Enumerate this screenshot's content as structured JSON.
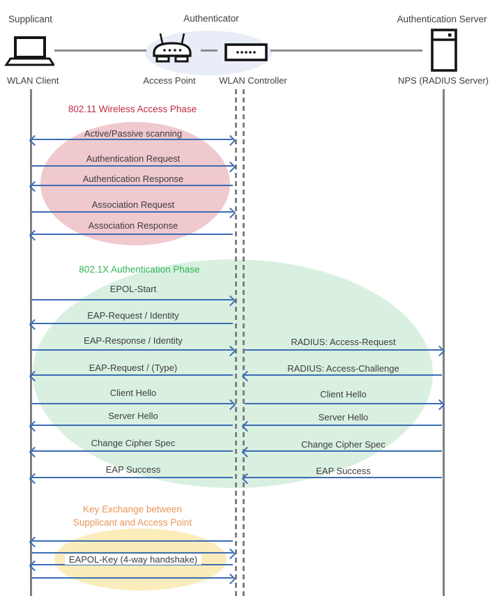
{
  "header": {
    "roles": [
      "Supplicant",
      "Authenticator",
      "Authentication Server"
    ]
  },
  "devices": [
    {
      "label": "WLAN Client",
      "icon": "laptop-icon"
    },
    {
      "label": "Access Point",
      "icon": "access-point-icon"
    },
    {
      "label": "WLAN Controller",
      "icon": "wlan-controller-icon"
    },
    {
      "label": "NPS (RADIUS Server)",
      "icon": "server-icon"
    }
  ],
  "colors": {
    "arrow_blue": "#3b6cb4",
    "lifeline_gray": "#7f7f7f",
    "phase1_title": "#be2b40",
    "phase1_ellipse": "#efc9ce",
    "phase2_title": "#2eb457",
    "phase2_ellipse": "#d9f0e1",
    "phase3_title": "#e8945a",
    "phase3_ellipse": "#fbecbb",
    "authenticator_ellipse": "#e9edf7"
  },
  "phase1": {
    "title": "802.11 Wireless Access Phase",
    "messages": [
      {
        "label": "Active/Passive scanning",
        "direction": "both",
        "from": "WLAN Client",
        "to": "WLAN Controller"
      },
      {
        "label": "Authentication Request",
        "direction": "right",
        "from": "WLAN Client",
        "to": "WLAN Controller"
      },
      {
        "label": "Authentication Response",
        "direction": "left",
        "from": "WLAN Controller",
        "to": "WLAN Client"
      },
      {
        "label": "Association Request",
        "direction": "right",
        "from": "WLAN Client",
        "to": "WLAN Controller"
      },
      {
        "label": "Association Response",
        "direction": "left",
        "from": "WLAN Controller",
        "to": "WLAN Client"
      }
    ]
  },
  "phase2": {
    "title": "802.1X Authentication Phase",
    "rows": [
      {
        "left": {
          "label": "EPOL-Start",
          "direction": "right"
        }
      },
      {
        "left": {
          "label": "EAP-Request / Identity",
          "direction": "left"
        }
      },
      {
        "left": {
          "label": "EAP-Response / Identity",
          "direction": "right"
        },
        "right": {
          "label": "RADIUS: Access-Request",
          "direction": "right"
        }
      },
      {
        "left": {
          "label": "EAP-Request / (Type)",
          "direction": "left"
        },
        "right": {
          "label": "RADIUS: Access-Challenge",
          "direction": "left"
        }
      },
      {
        "left": {
          "label": "Client Hello",
          "direction": "right"
        },
        "right": {
          "label": "Client Hello",
          "direction": "right"
        }
      },
      {
        "left": {
          "label": "Server Hello",
          "direction": "left"
        },
        "right": {
          "label": "Server Hello",
          "direction": "left"
        }
      },
      {
        "left": {
          "label": "Change Cipher Spec",
          "direction": "left"
        },
        "right": {
          "label": "Change Cipher Spec",
          "direction": "left"
        }
      },
      {
        "left": {
          "label": "EAP Success",
          "direction": "left"
        },
        "right": {
          "label": "EAP Success",
          "direction": "left"
        }
      }
    ]
  },
  "phase3": {
    "title_lines": [
      "Key Exchange between",
      "Supplicant and Access Point"
    ],
    "label": "EAPOL-Key (4-way handshake)",
    "arrow_directions": [
      "left",
      "right",
      "left",
      "right"
    ]
  }
}
